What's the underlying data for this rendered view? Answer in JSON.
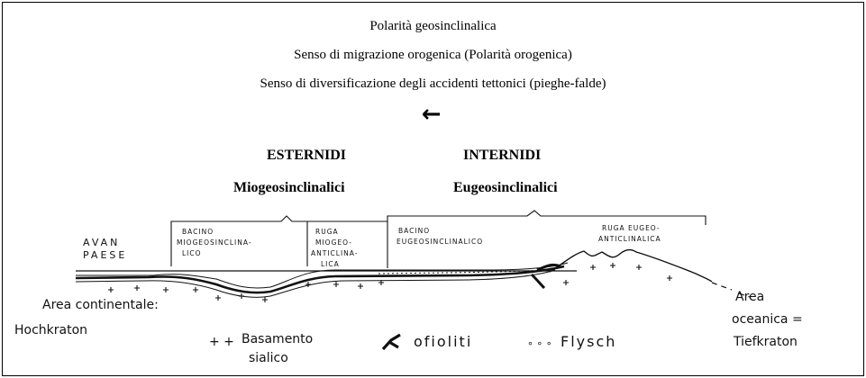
{
  "header": {
    "line1": "Polarità geosinclinalica",
    "line2": "Senso di migrazione orogenica (Polarità orogenica)",
    "line3": "Senso di diversificazione degli accidenti tettonici (pieghe-falde)",
    "arrow": "←"
  },
  "domains": {
    "esternidi": "ESTERNIDI",
    "internidi": "INTERNIDI",
    "miogeo": "Miogeosinclinalici",
    "eugeo": "Eugeosinclinalici"
  },
  "boxes": {
    "bacino_mio_1": "BACINO",
    "bacino_mio_2": "MIOGEOSINCLINA-",
    "bacino_mio_3": "LICO",
    "ruga_mio_1": "RUGA",
    "ruga_mio_2": "MIOGEO-",
    "ruga_mio_3": "ANTICLINA-",
    "ruga_mio_4": "LICA",
    "bacino_eu_1": "BACINO",
    "bacino_eu_2": "EUGEOSINCLINALICO",
    "ruga_eu_1": "RUGA EUGEO-",
    "ruga_eu_2": "ANTICLINALICA"
  },
  "labels": {
    "avampaese_1": "AVAN",
    "avampaese_2": "PAESE",
    "area_cont": "Area continentale:",
    "hochkraton": "Hochkraton",
    "area_oceanica_1": "Area",
    "area_oceanica_2": "oceanica =",
    "tiefkraton": "Tiefkraton"
  },
  "legend": {
    "basement_symbol": "+ +",
    "basement_1": "Basamento",
    "basement_2": "sialico",
    "ofioliti": "ofioliti",
    "flysch_symbol": "∘ ∘ ∘",
    "flysch": "Flysch"
  }
}
